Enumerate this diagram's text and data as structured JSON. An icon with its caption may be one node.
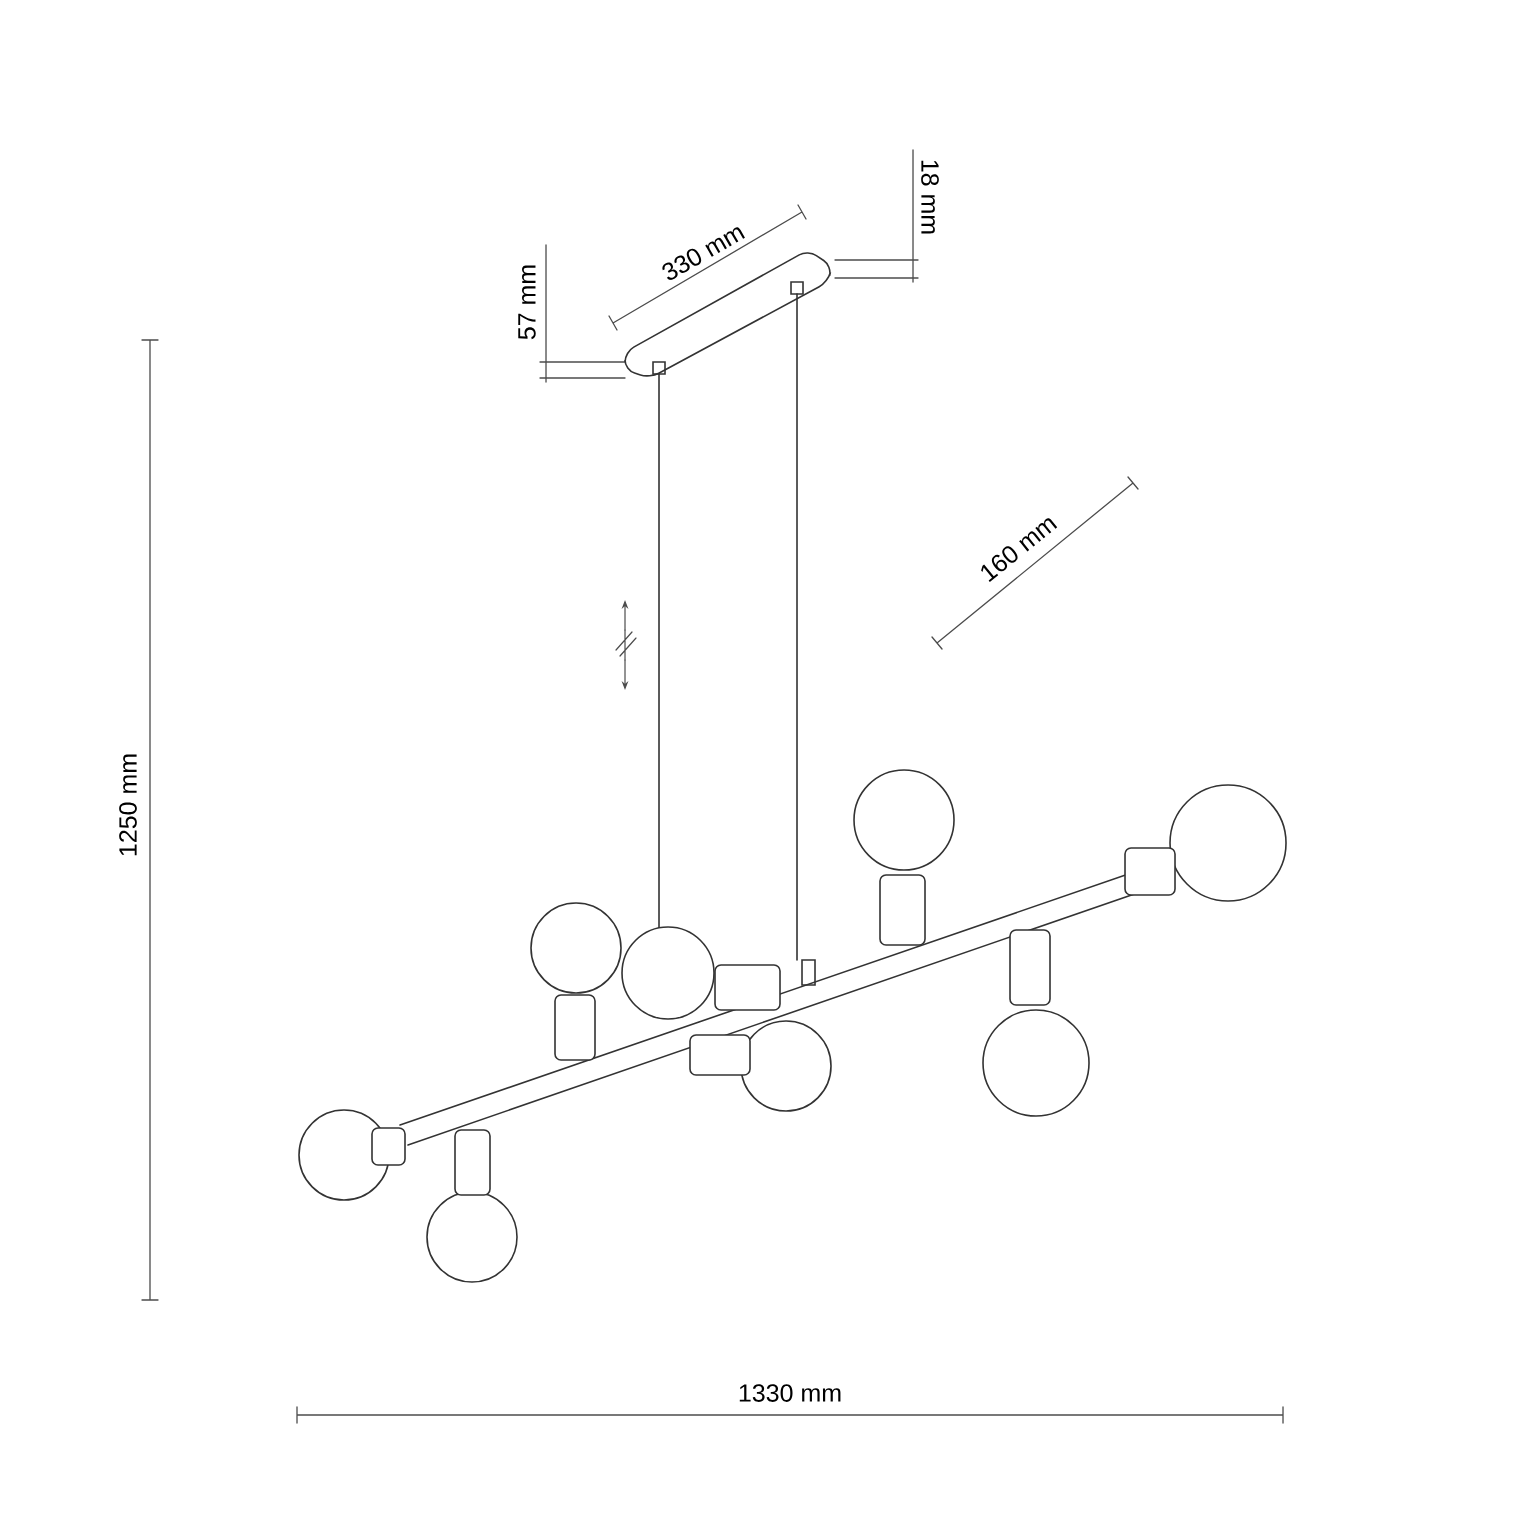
{
  "diagram": {
    "labels": [
      "18 mm",
      "330 mm",
      "57 mm",
      "160 mm",
      "1250 mm",
      "1330 mm"
    ]
  }
}
